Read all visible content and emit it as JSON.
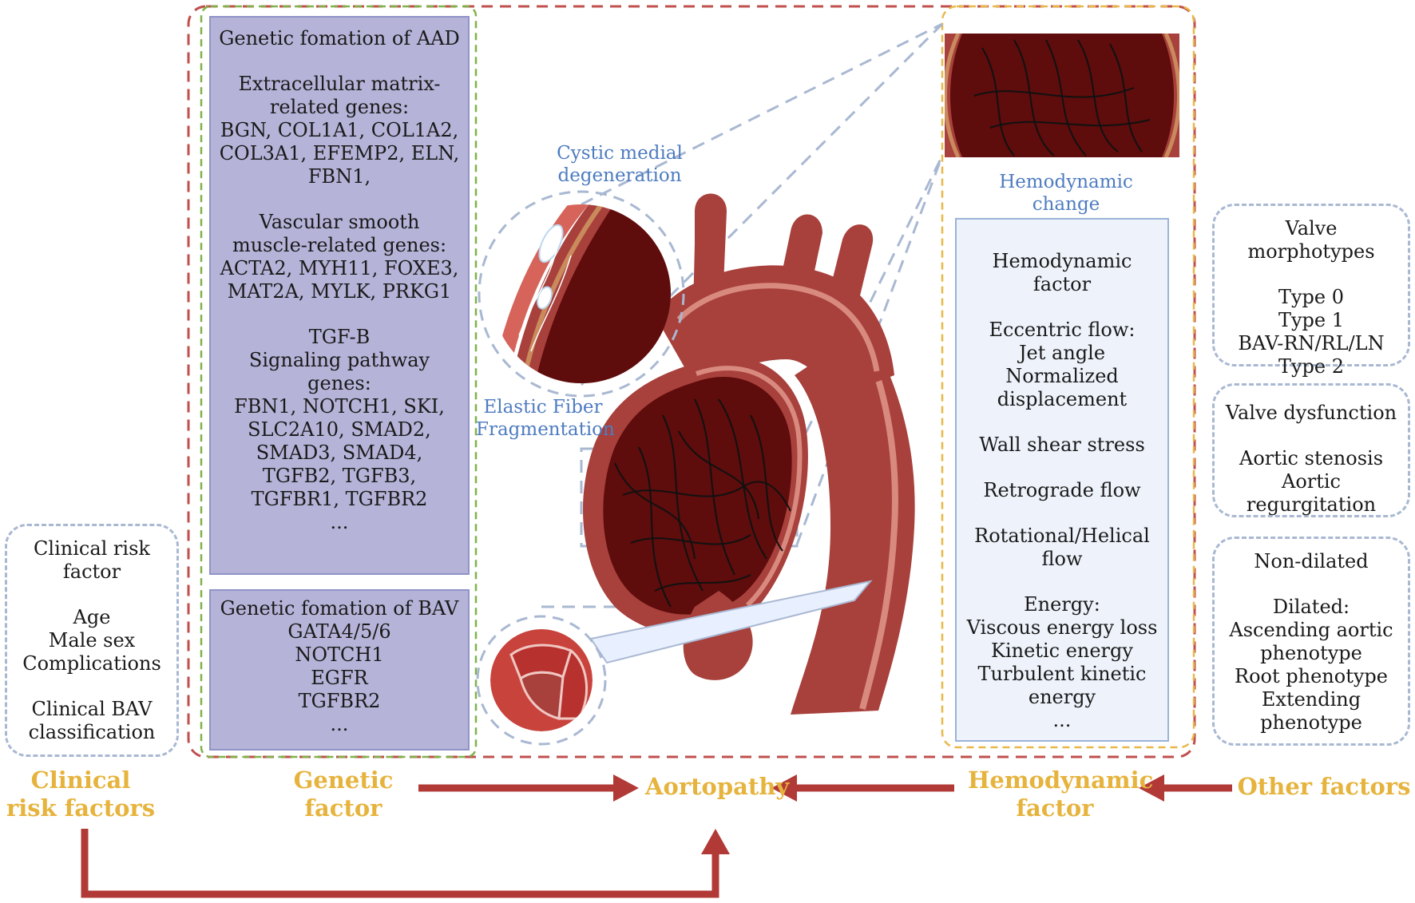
{
  "genetic_aad": {
    "title": "Genetic fomation of AAD",
    "ecm_header": "Extracellular matrix-related genes:",
    "ecm_genes": "BGN, COL1A1, COL1A2, COL3A1, EFEMP2, ELN, FBN1,",
    "vsm_header": "Vascular smooth muscle-related genes:",
    "vsm_genes": "ACTA2, MYH11, FOXE3, MAT2A, MYLK, PRKG1",
    "tgf_header": "TGF-B",
    "tgf_subheader": "Signaling pathway genes:",
    "tgf_genes": "FBN1, NOTCH1, SKI, SLC2A10, SMAD2, SMAD3, SMAD4, TGFB2, TGFB3, TGFBR1, TGFBR2",
    "ellipsis": "..."
  },
  "genetic_bav": {
    "title": "Genetic fomation of BAV",
    "genes": [
      "GATA4/5/6",
      "NOTCH1",
      "EGFR",
      "TGFBR2",
      "..."
    ]
  },
  "clinical": {
    "title": "Clinical risk factor",
    "items": [
      "Age",
      "Male sex",
      "Complications"
    ],
    "classification": "Clinical BAV classification"
  },
  "hemodynamic": {
    "title": "Hemodynamic factor",
    "eccentric_header": "Eccentric flow:",
    "eccentric_items": [
      "Jet angle",
      "Normalized displacement"
    ],
    "wall_shear": "Wall shear stress",
    "retrograde": "Retrograde flow",
    "rotational": "Rotational/Helical flow",
    "energy_header": "Energy:",
    "energy_items": [
      "Viscous energy loss",
      "Kinetic energy",
      "Turbulent kinetic energy"
    ],
    "ellipsis": "..."
  },
  "valve_morphotypes": {
    "title": "Valve morphotypes",
    "items": [
      "Type 0",
      "Type 1",
      "BAV-RN/RL/LN",
      "Type 2"
    ]
  },
  "valve_dysfunction": {
    "title": "Valve dysfunction",
    "items": [
      "Aortic stenosis",
      "Aortic regurgitation"
    ]
  },
  "dilation": {
    "non_dilated": "Non-dilated",
    "dilated_header": "Dilated:",
    "items": [
      "Ascending aortic phenotype",
      "Root phenotype",
      "Extending phenotype"
    ]
  },
  "labels": {
    "cystic": "Cystic medial degeneration",
    "elastic": "Elastic Fiber Fragmentation",
    "hemodynamic_change": "Hemodynamic change"
  },
  "categories": {
    "clinical": "Clinical risk factors",
    "genetic": "Genetic factor",
    "aortopathy": "Aortopathy",
    "hemodynamic": "Hemodynamic factor",
    "other": "Other factors"
  },
  "colors": {
    "accent_yellow": "#e6b33c",
    "arrow_red": "#b23a36",
    "frame_red": "#c0504d",
    "frame_green": "#7fb24a",
    "frame_yellow": "#e8b84a",
    "purple_box": "#b5b3d8",
    "light_box": "#eef3fb",
    "label_blue": "#4e7cc0",
    "aorta_red": "#a8403c",
    "aorta_dark": "#5e0c0c"
  },
  "icons": [
    "aorta-illustration",
    "vessel-wall-cross-section",
    "aortic-valve-icon",
    "flow-arrow"
  ]
}
